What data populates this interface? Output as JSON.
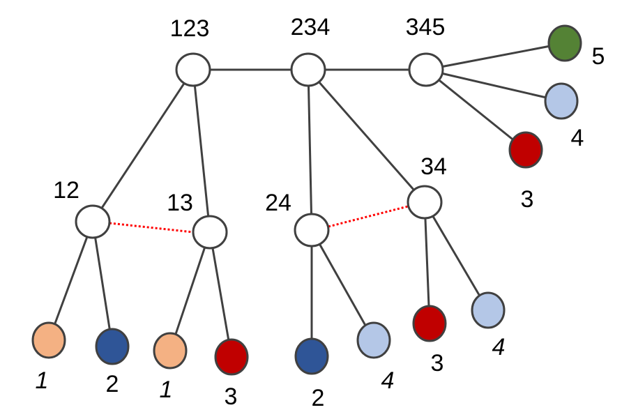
{
  "colors": {
    "empty": "#ffffff",
    "peach": "#F4B183",
    "blue": "#2F5597",
    "red": "#C00000",
    "light_blue": "#B4C7E7",
    "green": "#548235",
    "edge": "#404040",
    "dotted_link": "#ff0000"
  },
  "labels": {
    "n123": "123",
    "n234": "234",
    "n345": "345",
    "n12": "12",
    "n13": "13",
    "n24": "24",
    "n34": "34",
    "r5": "5",
    "r4": "4",
    "r3": "3",
    "l1a": "1",
    "l2a": "2",
    "l1b": "1",
    "l3a": "3",
    "l2b": "2",
    "l4a": "4",
    "l3b": "3",
    "l4b": "4"
  }
}
